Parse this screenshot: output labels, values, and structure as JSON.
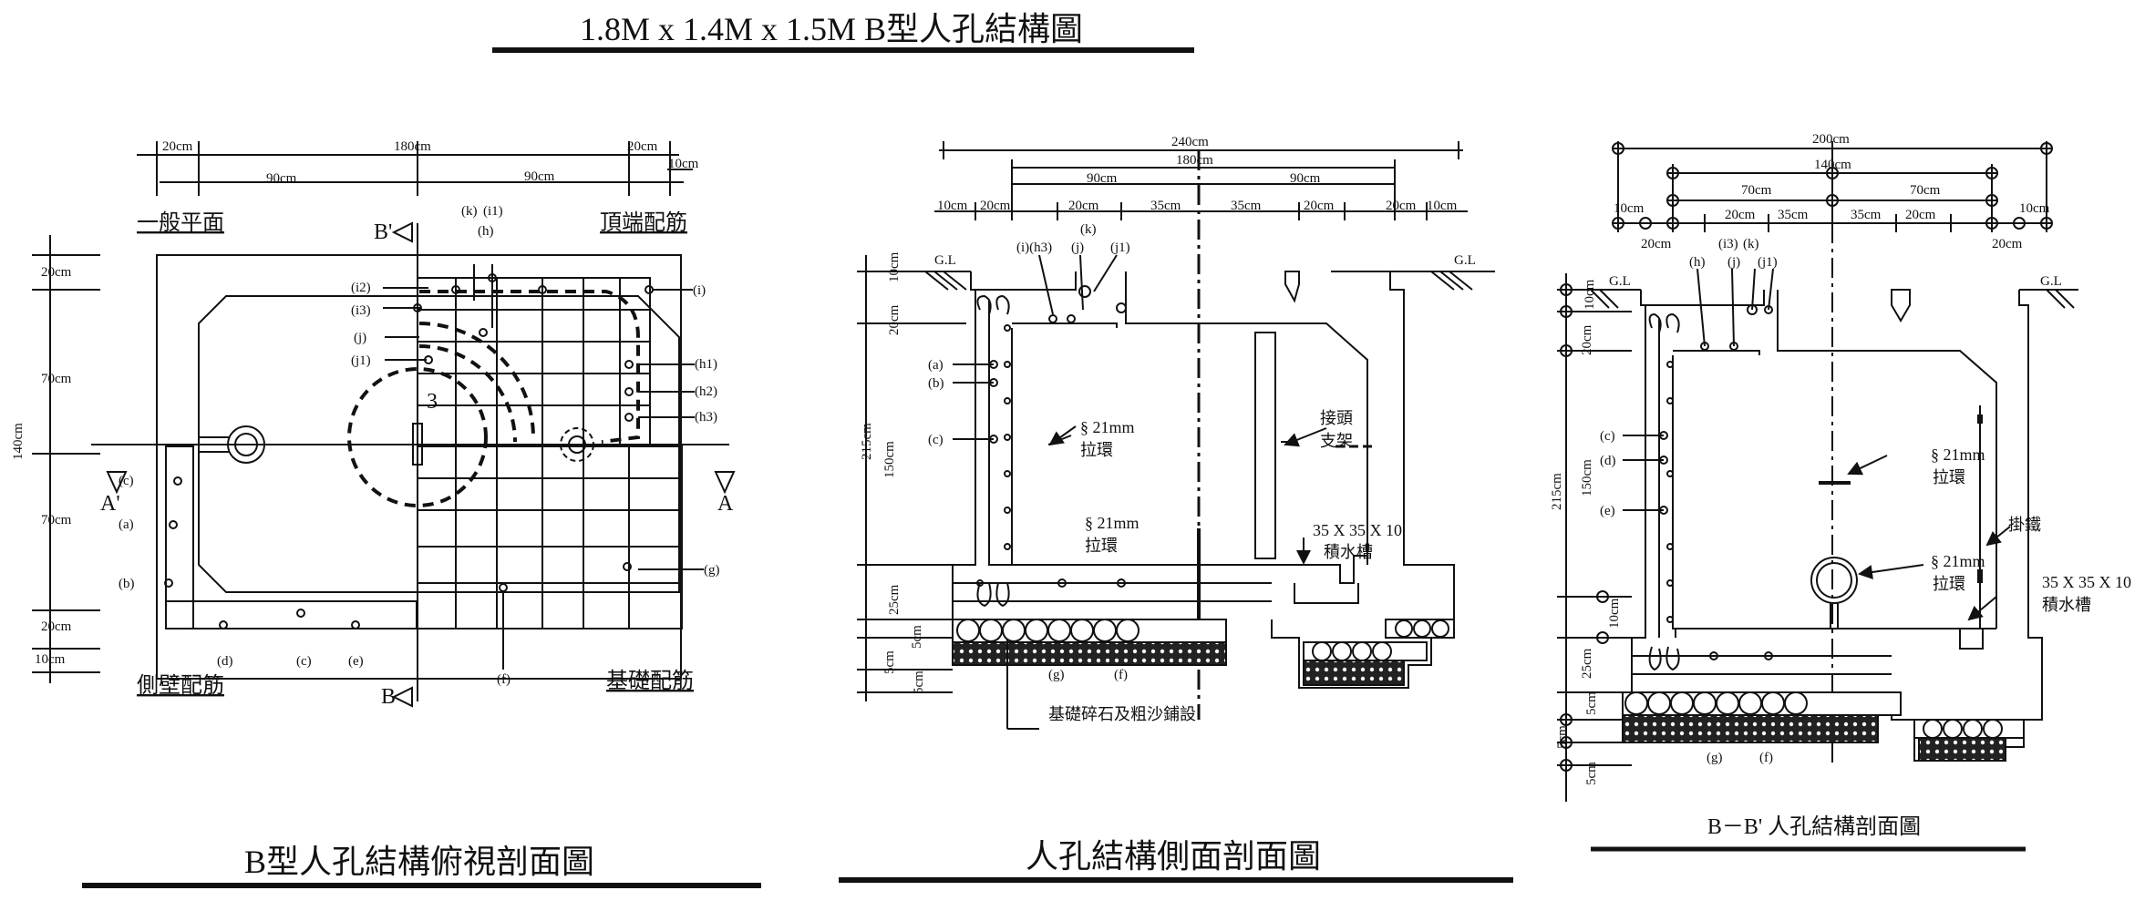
{
  "title": "1.8M  x  1.4M  x  1.5M  B型人孔結構圖",
  "plan": {
    "caption": "B型人孔結構俯視剖面圖",
    "quadrants": {
      "general": "一般平面",
      "top_rebar": "頂端配筋",
      "wall_rebar": "側壁配筋",
      "base_rebar": "基礎配筋"
    },
    "section_marks": {
      "a_left": "A'",
      "a_right": "A",
      "b_top": "B'",
      "b_bottom": "B"
    },
    "radius_label": "3",
    "dims_top": [
      "20cm",
      "180cm",
      "20cm",
      "90cm",
      "90cm",
      "10cm"
    ],
    "dims_left": [
      "20cm",
      "70cm",
      "140cm",
      "70cm",
      "20cm",
      "10cm"
    ],
    "labels_left": [
      "(i2)",
      "(i3)",
      "(j)",
      "(j1)"
    ],
    "labels_top": [
      "(k)",
      "(i1)",
      "(h)"
    ],
    "labels_right": [
      "(i)",
      "(h1)",
      "(h2)",
      "(h3)",
      "(g)"
    ],
    "labels_wall": [
      "(c)",
      "(a)",
      "(b)",
      "(d)",
      "(c)",
      "(e)",
      "(f)"
    ]
  },
  "side": {
    "caption": "人孔結構側面剖面圖",
    "dims_top": [
      "240cm",
      "180cm",
      "90cm",
      "90cm",
      "10cm",
      "20cm",
      "20cm",
      "35cm",
      "35cm",
      "20cm",
      "20cm",
      "10cm"
    ],
    "gl_left": "G.L",
    "gl_right": "G.L",
    "labels_top": [
      "(i)(h3)",
      "(j)",
      "(k)",
      "(j1)"
    ],
    "labels_left": [
      "(a)",
      "(b)",
      "(c)"
    ],
    "labels_bottom": [
      "(g)",
      "(f)"
    ],
    "dims_left": [
      "10cm",
      "20cm",
      "215cm",
      "150cm",
      "25cm",
      "5cm",
      "5cm",
      "5cm"
    ],
    "note_ring1": [
      "§ 21mm",
      "拉環"
    ],
    "note_ring2": [
      "§ 21mm",
      "拉環"
    ],
    "note_support": [
      "接頭",
      "支架"
    ],
    "note_sump": [
      "35 X 35 X 10",
      "積水槽"
    ],
    "note_base": "基礎碎石及粗沙鋪設"
  },
  "section_b": {
    "caption": "B－B'  人孔結構剖面圖",
    "dims_top": [
      "200cm",
      "140cm",
      "70cm",
      "70cm",
      "10cm",
      "20cm",
      "35cm",
      "35cm",
      "20cm",
      "10cm",
      "20cm",
      "20cm"
    ],
    "gl_left": "G.L",
    "gl_right": "G.L",
    "labels_top": [
      "(h)",
      "(i3)",
      "(k)",
      "(j)",
      "(j1)"
    ],
    "labels_left": [
      "(c)",
      "(d)",
      "(e)"
    ],
    "labels_bottom": [
      "(g)",
      "(f)"
    ],
    "dims_left": [
      "10cm",
      "20cm",
      "215cm",
      "150cm",
      "10cm",
      "25cm",
      "5cm",
      "5cm",
      "5cm"
    ],
    "note_ring1": [
      "§ 21mm",
      "拉環"
    ],
    "note_ring2": [
      "§ 21mm",
      "拉環"
    ],
    "note_hook": "掛鐵",
    "note_sump": [
      "35 X 35 X 10",
      "積水槽"
    ]
  }
}
